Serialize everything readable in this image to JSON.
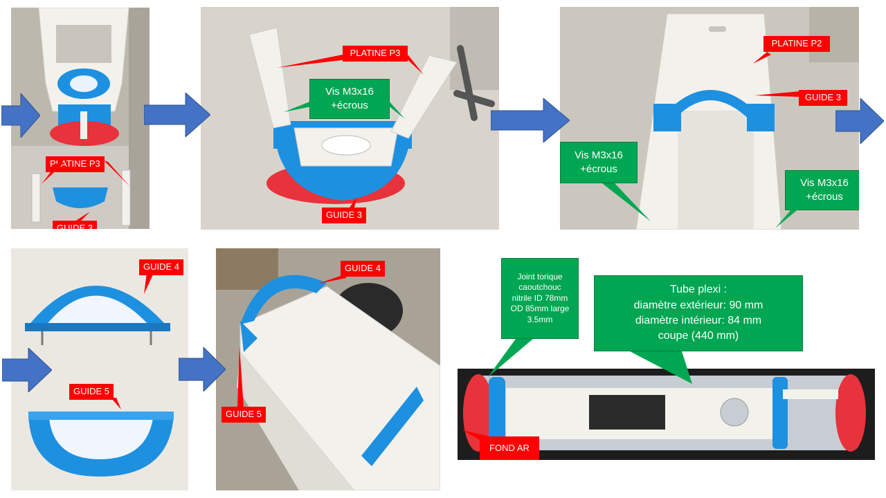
{
  "colors": {
    "red_callout": "#ff0000",
    "green_callout": "#00a651",
    "arrow_blue": "#4472c4",
    "part_blue": "#1e90e0",
    "part_white": "#f2f2f2",
    "part_red": "#e8323c"
  },
  "step1": {
    "platine": "PLATINE P3",
    "guide": "GUIDE 3"
  },
  "step2": {
    "platine": "PLATINE P3",
    "screws": [
      "Vis M3x16",
      "+écrous"
    ],
    "guide": "GUIDE 3"
  },
  "step3": {
    "platine": "PLATINE P2",
    "guide": "GUIDE 3",
    "screws_left": [
      "Vis M3x16",
      "+écrous"
    ],
    "screws_right": [
      "Vis M3x16",
      "+écrous"
    ]
  },
  "step4": {
    "guide_top": "GUIDE 4",
    "guide_bottom": "GUIDE 5"
  },
  "step5": {
    "guide_top": "GUIDE 4",
    "guide_bottom": "GUIDE 5"
  },
  "step6": {
    "joint": [
      "Joint torique",
      "caoutchouc",
      "nitrile ID 78mm",
      "OD 85mm large",
      "3.5mm"
    ],
    "tube": [
      "Tube plexi :",
      "diamètre extérieur: 90 mm",
      "diamètre intérieur: 84 mm",
      "coupe (440 mm)"
    ],
    "fond": "FOND AR"
  }
}
